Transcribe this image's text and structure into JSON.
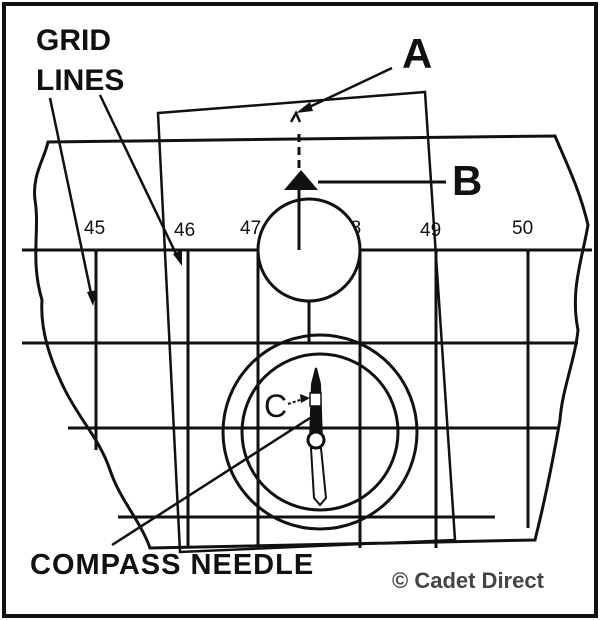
{
  "labels": {
    "grid_lines_line1": "GRID",
    "grid_lines_line2": "LINES",
    "marker_a": "A",
    "marker_b": "B",
    "marker_c": "C",
    "compass_needle": "COMPASS NEEDLE",
    "copyright": "© Cadet Direct"
  },
  "grid_numbers": [
    "45",
    "46",
    "47",
    "48",
    "49",
    "50"
  ],
  "colors": {
    "ink": "#111111",
    "copyright": "#444444",
    "background": "#ffffff"
  }
}
